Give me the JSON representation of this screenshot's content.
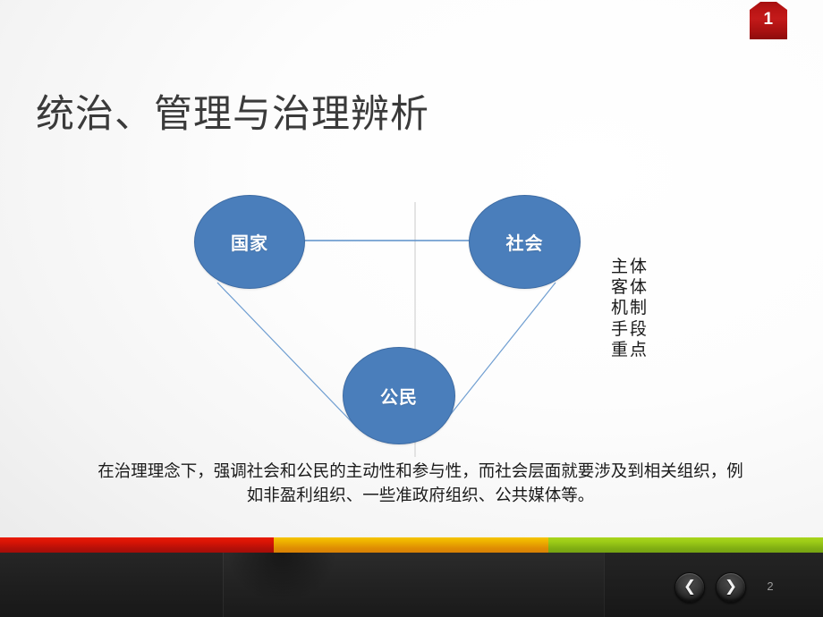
{
  "slide": {
    "corner_tag_number": "1",
    "title": "统治、管理与治理辨析",
    "page_number": "2"
  },
  "diagram": {
    "nodes": [
      {
        "id": "state",
        "label": "国家"
      },
      {
        "id": "society",
        "label": "社会"
      },
      {
        "id": "citizen",
        "label": "公民"
      }
    ],
    "edges": [
      {
        "from": "state",
        "to": "society"
      },
      {
        "from": "state",
        "to": "citizen"
      },
      {
        "from": "society",
        "to": "citizen"
      }
    ],
    "node_fill_color": "#4a7ebb",
    "edge_color": "#5b8fc9",
    "axis_line_color": "#d9d9d9"
  },
  "attribute_list": {
    "items": [
      "主体",
      "客体",
      "机制",
      "手段",
      "重点"
    ]
  },
  "body": {
    "paragraph": "在治理理念下，强调社会和公民的主动性和参与性，而社会层面就要涉及到相关组织，例如非盈利组织、一些准政府组织、公共媒体等。"
  },
  "footer": {
    "prev_label": "❮",
    "next_label": "❯",
    "color_bar": {
      "red": "#cc1406",
      "orange": "#e39403",
      "green": "#8ebb15"
    }
  }
}
